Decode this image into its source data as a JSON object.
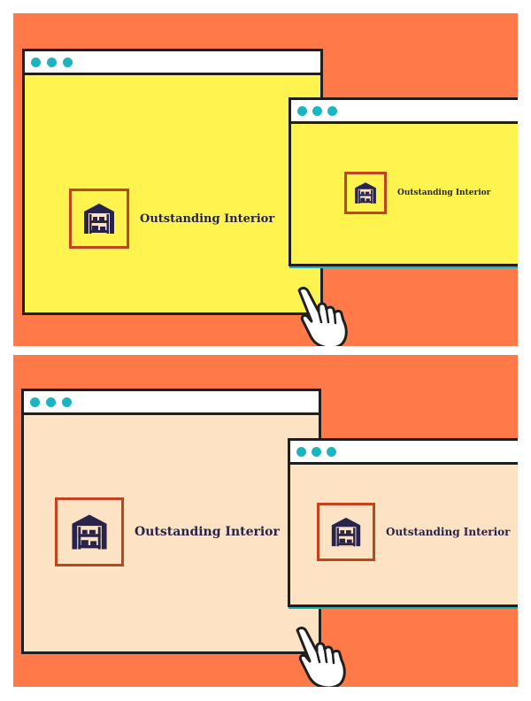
{
  "panels": [
    {
      "variant": "yellow",
      "background": "#ff7a48",
      "window_fill": "#fff44f",
      "large_window": {
        "brand_name": "Outstanding Interior",
        "icon": "warehouse-icon"
      },
      "small_window": {
        "brand_name": "Outstanding Interior",
        "icon": "warehouse-icon"
      },
      "cursor_icon": "pointing-hand-icon"
    },
    {
      "variant": "cream",
      "background": "#ff7a48",
      "window_fill": "#fde3c3",
      "large_window": {
        "brand_name": "Outstanding Interior",
        "icon": "warehouse-icon"
      },
      "small_window": {
        "brand_name": "Outstanding Interior",
        "icon": "warehouse-icon"
      },
      "cursor_icon": "pointing-hand-icon"
    }
  ],
  "colors": {
    "orange": "#ff7a48",
    "yellow": "#fff44f",
    "cream": "#fde3c3",
    "dots": "#1ab4c2",
    "logo_border": "#c0441e",
    "logo_fill": "#27234a",
    "outline": "#1f1f1f"
  }
}
